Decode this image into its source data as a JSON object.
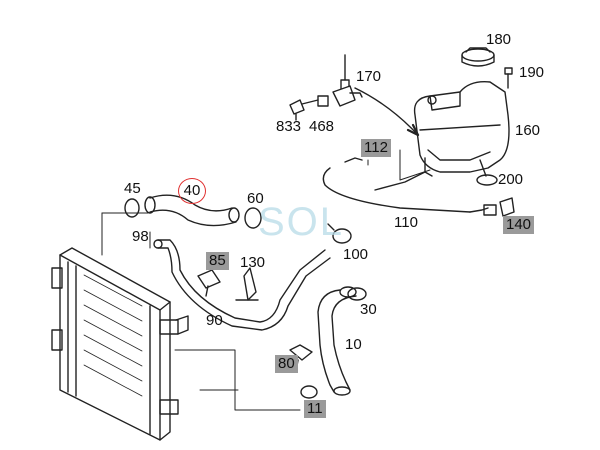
{
  "watermark": {
    "text": "SOL"
  },
  "callouts": [
    {
      "id": "180",
      "text": "180",
      "highlight": false
    },
    {
      "id": "190",
      "text": "190",
      "highlight": false
    },
    {
      "id": "170",
      "text": "170",
      "highlight": false
    },
    {
      "id": "833",
      "text": "833",
      "highlight": false
    },
    {
      "id": "468",
      "text": "468",
      "highlight": false
    },
    {
      "id": "160",
      "text": "160",
      "highlight": false
    },
    {
      "id": "112",
      "text": "112",
      "highlight": true
    },
    {
      "id": "200",
      "text": "200",
      "highlight": false
    },
    {
      "id": "45",
      "text": "45",
      "highlight": false
    },
    {
      "id": "40",
      "text": "40",
      "highlight": false,
      "circled": true
    },
    {
      "id": "60",
      "text": "60",
      "highlight": false
    },
    {
      "id": "110",
      "text": "110",
      "highlight": false
    },
    {
      "id": "140",
      "text": "140",
      "highlight": true
    },
    {
      "id": "98",
      "text": "98",
      "highlight": false
    },
    {
      "id": "100",
      "text": "100",
      "highlight": false
    },
    {
      "id": "85",
      "text": "85",
      "highlight": true
    },
    {
      "id": "130",
      "text": "130",
      "highlight": false
    },
    {
      "id": "90",
      "text": "90",
      "highlight": false
    },
    {
      "id": "30",
      "text": "30",
      "highlight": false
    },
    {
      "id": "10",
      "text": "10",
      "highlight": false
    },
    {
      "id": "80",
      "text": "80",
      "highlight": true
    },
    {
      "id": "11",
      "text": "11",
      "highlight": true
    }
  ],
  "colors": {
    "line": "#222222",
    "highlight_bg": "#9a9a9a",
    "circle": "#e03030",
    "watermark": "#b7dbe8"
  }
}
